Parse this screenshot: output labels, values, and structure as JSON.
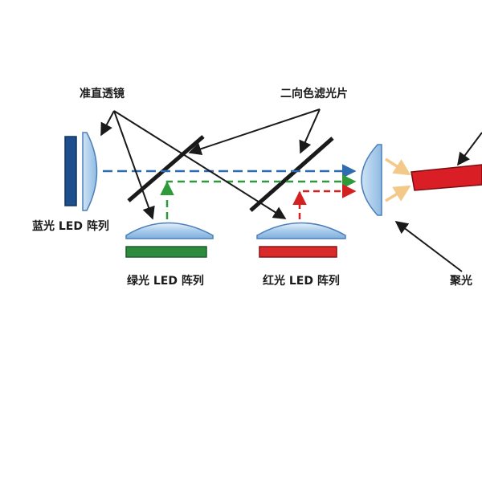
{
  "labels": {
    "collimating_lens": "准直透镜",
    "dichroic_filter": "二向色滤光片",
    "blue_led_array": "蓝光 LED 阵列",
    "green_led_array": "绿光 LED 阵列",
    "red_led_array": "红光 LED 阵列",
    "condenser_lens": "聚光"
  },
  "colors": {
    "blue_beam": "#2f6db0",
    "green_beam": "#2e9a3a",
    "red_beam": "#d42020",
    "blue_led": "#1f4e8c",
    "green_led": "#2e8b3e",
    "red_led": "#d92b2b",
    "lens_fill": "#a9cbeb",
    "light_pipe": "#d91e25",
    "cone": "#f3c98a"
  }
}
